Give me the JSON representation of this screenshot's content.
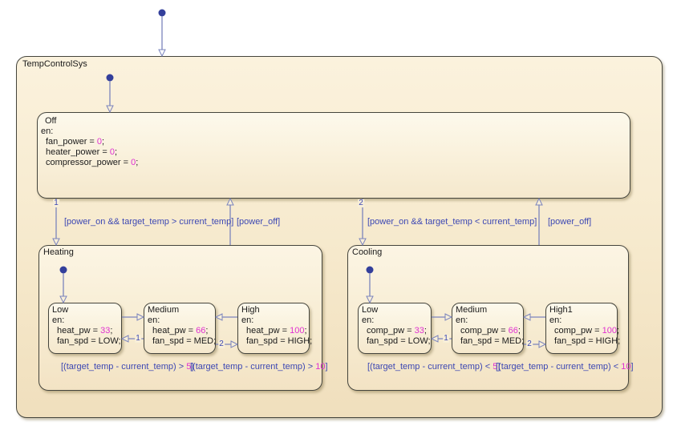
{
  "root": {
    "title": "TempControlSys"
  },
  "off": {
    "title": "Off",
    "en": "en:",
    "actions": [
      {
        "pre": "fan_power = ",
        "num": "0",
        "post": ";"
      },
      {
        "pre": "heater_power = ",
        "num": "0",
        "post": ";"
      },
      {
        "pre": "compressor_power = ",
        "num": "0",
        "post": ";"
      }
    ]
  },
  "transitions": {
    "off_heating": {
      "order": "1",
      "cond": "[power_on && target_temp > current_temp]"
    },
    "heating_off": {
      "cond": "[power_off]"
    },
    "off_cooling": {
      "order": "2",
      "cond": "[power_on && target_temp < current_temp]"
    },
    "cooling_off": {
      "cond": "[power_off]"
    }
  },
  "heating": {
    "title": "Heating",
    "low": {
      "title": "Low",
      "en": "en:",
      "a1": {
        "pre": "heat_pw = ",
        "num": "33",
        "post": ";"
      },
      "a2": "fan_spd = LOW;"
    },
    "medium": {
      "title": "Medium",
      "en": "en:",
      "a1": {
        "pre": "heat_pw = ",
        "num": "66",
        "post": ";"
      },
      "a2": "fan_spd = MED;"
    },
    "high": {
      "title": "High",
      "en": "en:",
      "a1": {
        "pre": "heat_pw = ",
        "num": "100",
        "post": ";"
      },
      "a2": "fan_spd = HIGH;"
    },
    "cond_low_med": {
      "pre": "[(target_temp - current_temp) > ",
      "num": "5",
      "post": "]"
    },
    "cond_med_high": {
      "pre": "[(target_temp - current_temp) > ",
      "num": "10",
      "post": "]"
    },
    "order_med_low": "1",
    "order_med_high": "2"
  },
  "cooling": {
    "title": "Cooling",
    "low": {
      "title": "Low",
      "en": "en:",
      "a1": {
        "pre": "comp_pw = ",
        "num": "33",
        "post": ";"
      },
      "a2": "fan_spd = LOW;"
    },
    "medium": {
      "title": "Medium",
      "en": "en:",
      "a1": {
        "pre": "comp_pw = ",
        "num": "66",
        "post": ";"
      },
      "a2": "fan_spd = MED;"
    },
    "high": {
      "title": "High1",
      "en": "en:",
      "a1": {
        "pre": "comp_pw = ",
        "num": "100",
        "post": ";"
      },
      "a2": "fan_spd = HIGH;"
    },
    "cond_low_med": {
      "pre": "[(target_temp - current_temp) < ",
      "num": "5",
      "post": "]"
    },
    "cond_med_high": {
      "pre": "[(target_temp - current_temp) < ",
      "num": "10",
      "post": "]"
    },
    "order_med_low": "1",
    "order_med_high": "2"
  },
  "colors": {
    "state_fill_light": "#fcf5e4",
    "state_border": "#45453d",
    "transition_line": "#7b84bd",
    "label_blue": "#3c47b3",
    "literal_magenta": "#e030d2",
    "default_dot": "#333f9b"
  }
}
